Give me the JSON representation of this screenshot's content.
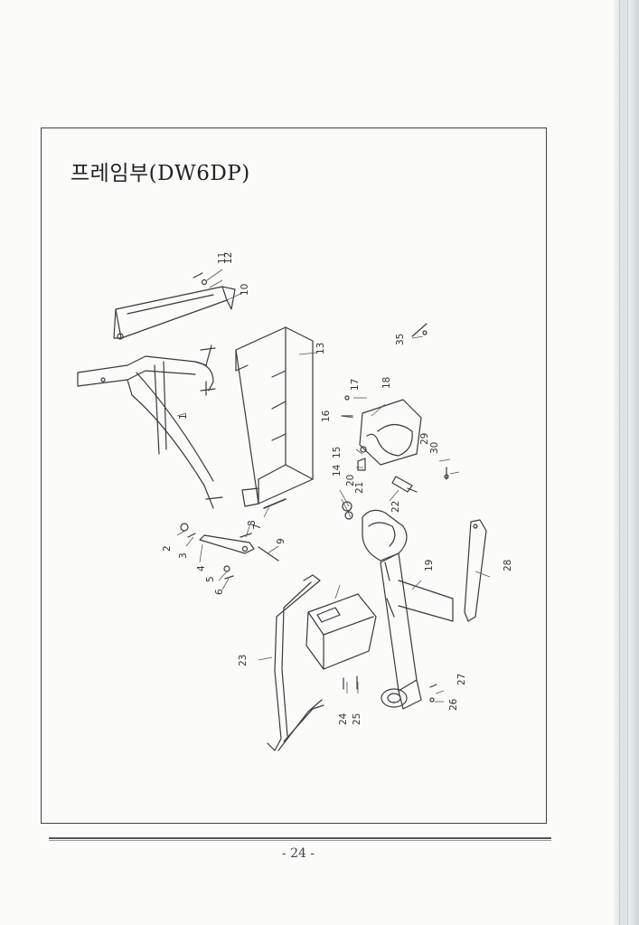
{
  "document": {
    "title": "프레임부(DW6DP)",
    "page_number": "- 24 -"
  },
  "diagram": {
    "callouts": [
      "1",
      "2",
      "3",
      "4",
      "5",
      "6",
      "7",
      "8",
      "9",
      "10",
      "11",
      "12",
      "13",
      "14",
      "15",
      "16",
      "17",
      "18",
      "19",
      "20",
      "21",
      "22",
      "23",
      "24",
      "25",
      "26",
      "27",
      "28",
      "29",
      "30",
      "35"
    ]
  }
}
